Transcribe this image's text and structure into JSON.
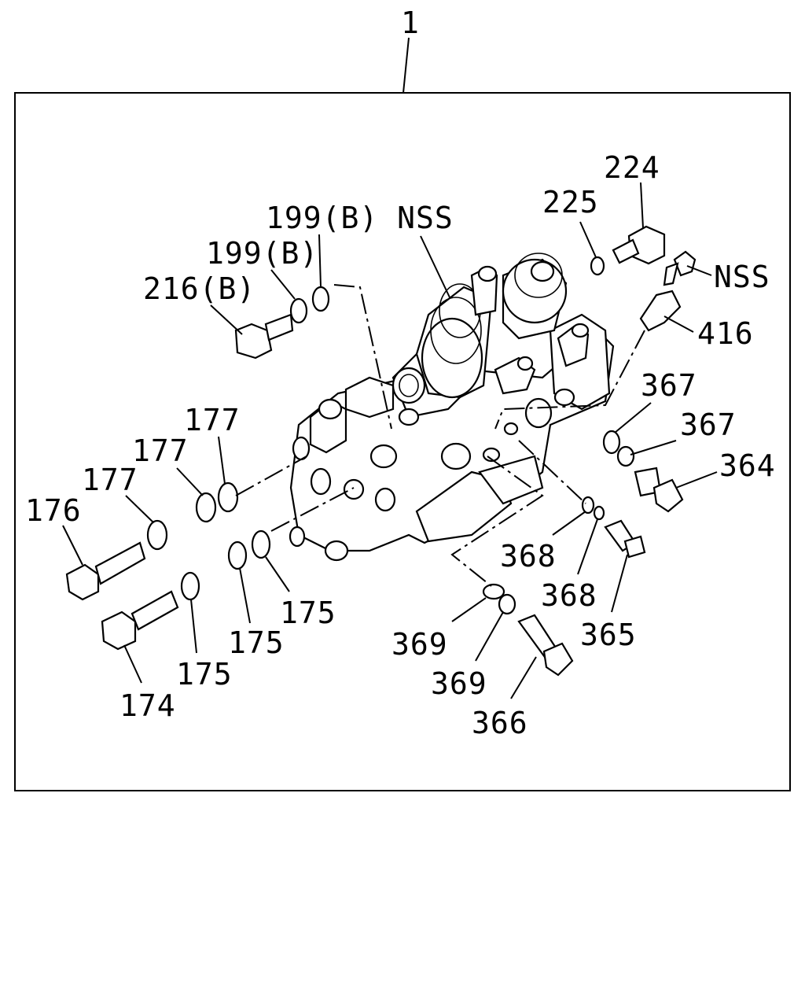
{
  "diagram": {
    "assembly_label": "1",
    "callouts": {
      "p224": "224",
      "p225": "225",
      "p199b_nss": "199(B) NSS",
      "p199b": "199(B)",
      "p216b": "216(B)",
      "nss": "NSS",
      "p416": "416",
      "p367a": "367",
      "p367b": "367",
      "p364": "364",
      "p177a": "177",
      "p177b": "177",
      "p177c": "177",
      "p176": "176",
      "p368a": "368",
      "p368b": "368",
      "p365": "365",
      "p175a": "175",
      "p175b": "175",
      "p175c": "175",
      "p369a": "369",
      "p369b": "369",
      "p366": "366",
      "p174": "174"
    }
  }
}
